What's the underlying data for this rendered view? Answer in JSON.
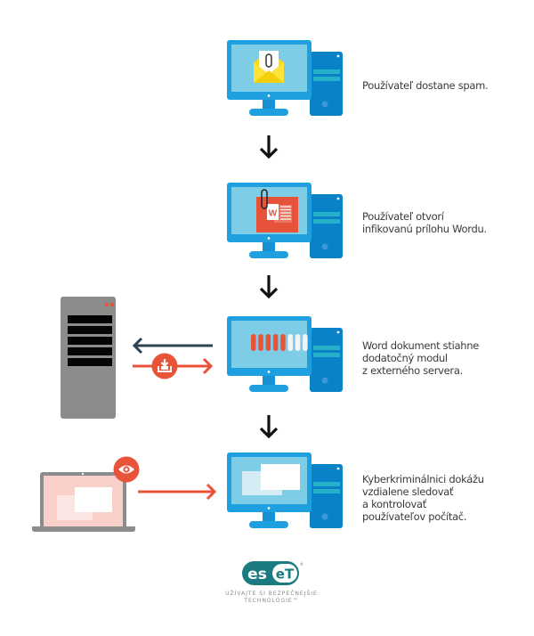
{
  "colors": {
    "monitor_blue": "#1e9fe0",
    "monitor_screen": "#7ecde6",
    "tower_blue": "#0a82c8",
    "accent_red": "#e9533a",
    "server_gray": "#8c8c8a",
    "dark_arrow": "#2f4453",
    "eset_teal": "#1b7b80"
  },
  "steps": [
    {
      "icon": "email-attachment-icon",
      "lines": [
        "Používateľ dostane spam."
      ]
    },
    {
      "icon": "word-document-icon",
      "lines": [
        "Používateľ otvorí",
        "infikovanú prílohu Wordu."
      ]
    },
    {
      "icon": "download-progress-icon",
      "lines": [
        "Word dokument stiahne",
        "dodatočný modul",
        "z externého servera."
      ]
    },
    {
      "icon": "remote-window-icon",
      "lines": [
        "Kyberkriminálnici dokážu",
        "vzdialene sledovať",
        "a kontrolovať",
        "používateľov počítač."
      ]
    }
  ],
  "progress": {
    "filled_segments": 5,
    "total_segments": 8
  },
  "logo": {
    "brand": "eset",
    "brand_left": "es",
    "brand_right": "eT",
    "registered": "®",
    "tagline": [
      "UŽÍVAJTE SI BEZPEČNEJŠIE",
      "TECHNOLÓGIE™"
    ]
  }
}
